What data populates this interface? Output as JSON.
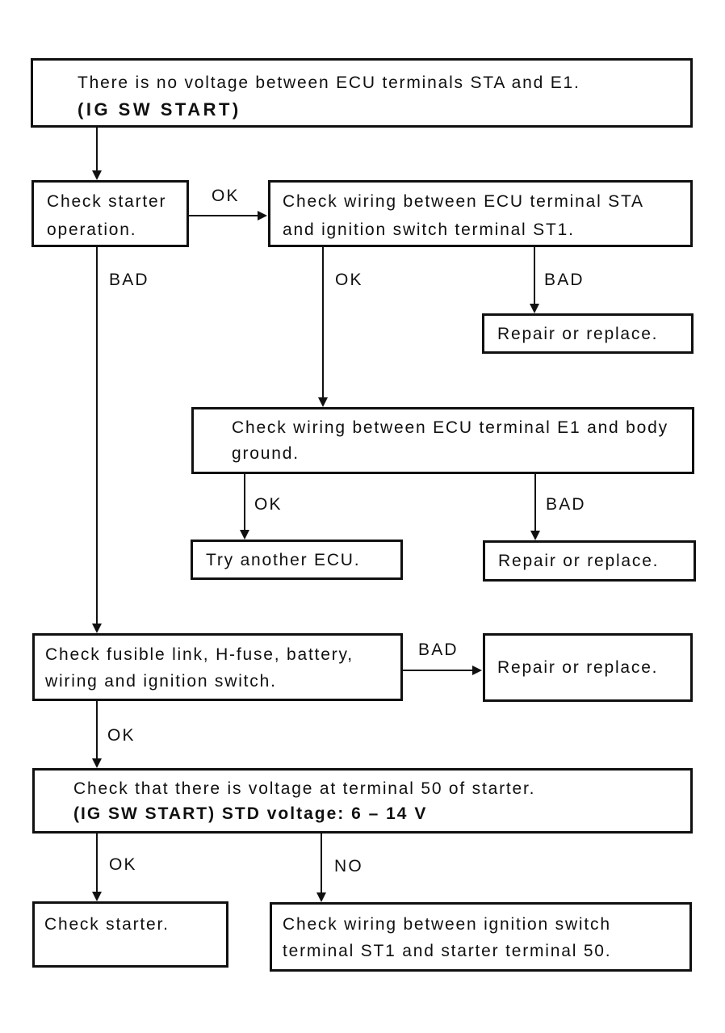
{
  "page": {
    "background_color": "#ffffff",
    "ink_color": "#101010"
  },
  "flowchart": {
    "nodes": {
      "start": {
        "line1": "There is no voltage between ECU terminals STA and E1.",
        "line2": "(IG SW START)"
      },
      "check_starter_operation": {
        "lines": [
          "Check starter",
          "operation."
        ]
      },
      "check_wiring_sta": {
        "lines": [
          "Check wiring between ECU terminal STA",
          "and ignition switch terminal ST1."
        ]
      },
      "repair_1": {
        "text": "Repair or replace."
      },
      "check_wiring_e1": {
        "lines": [
          "Check wiring between ECU terminal E1 and body",
          "ground."
        ]
      },
      "try_another_ecu": {
        "text": "Try another ECU."
      },
      "repair_2": {
        "text": "Repair or replace."
      },
      "check_fusible": {
        "lines": [
          "Check fusible link, H-fuse, battery,",
          "wiring and ignition switch."
        ]
      },
      "repair_3": {
        "text": "Repair or replace."
      },
      "check_voltage_50": {
        "line1": "Check that there is voltage at terminal 50 of starter.",
        "line2": "(IG SW START)   STD voltage:   6 – 14 V"
      },
      "check_starter": {
        "text": "Check starter."
      },
      "check_wiring_st1": {
        "lines": [
          "Check wiring between ignition switch",
          "terminal ST1 and starter terminal 50."
        ]
      }
    },
    "labels": {
      "ok_starter_operation": "OK",
      "bad_starter_operation": "BAD",
      "ok_wiring_sta": "OK",
      "bad_wiring_sta": "BAD",
      "ok_wiring_e1": "OK",
      "bad_wiring_e1": "BAD",
      "bad_fusible": "BAD",
      "ok_fusible": "OK",
      "ok_voltage_50": "OK",
      "no_voltage_50": "NO"
    }
  }
}
